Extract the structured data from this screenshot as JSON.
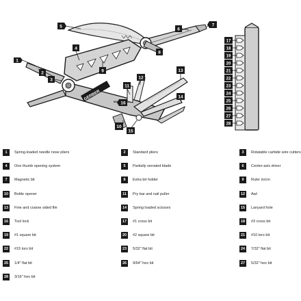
{
  "colors": {
    "ink": "#1a1a1a",
    "tool": "#d4d4d4",
    "tool_dark": "#8f8f8f",
    "accent": "#bdbdbd",
    "background": "#ffffff"
  },
  "callouts": [
    {
      "num": "1",
      "name": "Spring-loaded needle nose pliers"
    },
    {
      "num": "2",
      "name": "Standard pliers"
    },
    {
      "num": "3",
      "name": "Rotatable carbide wire cutters"
    },
    {
      "num": "4",
      "name": "One thumb opening system"
    },
    {
      "num": "5",
      "name": "Partially serrated blade"
    },
    {
      "num": "6",
      "name": "Center-axis driver"
    },
    {
      "num": "7",
      "name": "Magnetic bit"
    },
    {
      "num": "8",
      "name": "Extra bit holder"
    },
    {
      "num": "9",
      "name": "Ruler in/cm"
    },
    {
      "num": "10",
      "name": "Bottle opener"
    },
    {
      "num": "11",
      "name": "Pry bar and nail puller"
    },
    {
      "num": "12",
      "name": "Awl"
    },
    {
      "num": "13",
      "name": "Fine and coarse sided file"
    },
    {
      "num": "14",
      "name": "Spring loaded scissors"
    },
    {
      "num": "15",
      "name": "Lanyard hole"
    },
    {
      "num": "16",
      "name": "Tool lock"
    },
    {
      "num": "17",
      "name": "#1 cross bit"
    },
    {
      "num": "18",
      "name": "#3 cross bit"
    },
    {
      "num": "19",
      "name": "#1 square bit"
    },
    {
      "num": "20",
      "name": "#2 square bit"
    },
    {
      "num": "21",
      "name": "#10 torx bit"
    },
    {
      "num": "22",
      "name": "#15 torx bit"
    },
    {
      "num": "23",
      "name": "5/32\" flat bit"
    },
    {
      "num": "24",
      "name": "7/32\" flat bit"
    },
    {
      "num": "25",
      "name": "1/4\" flat bit"
    },
    {
      "num": "26",
      "name": "9/64\" hex bit"
    },
    {
      "num": "27",
      "name": "5/32\" hex bit"
    },
    {
      "num": "28",
      "name": "3/16\" hex bit"
    }
  ],
  "tool_labels": {
    "brand": "GERBER",
    "origin": "MADE IN USA"
  },
  "icons": {
    "bit": "hex-bit-icon"
  }
}
